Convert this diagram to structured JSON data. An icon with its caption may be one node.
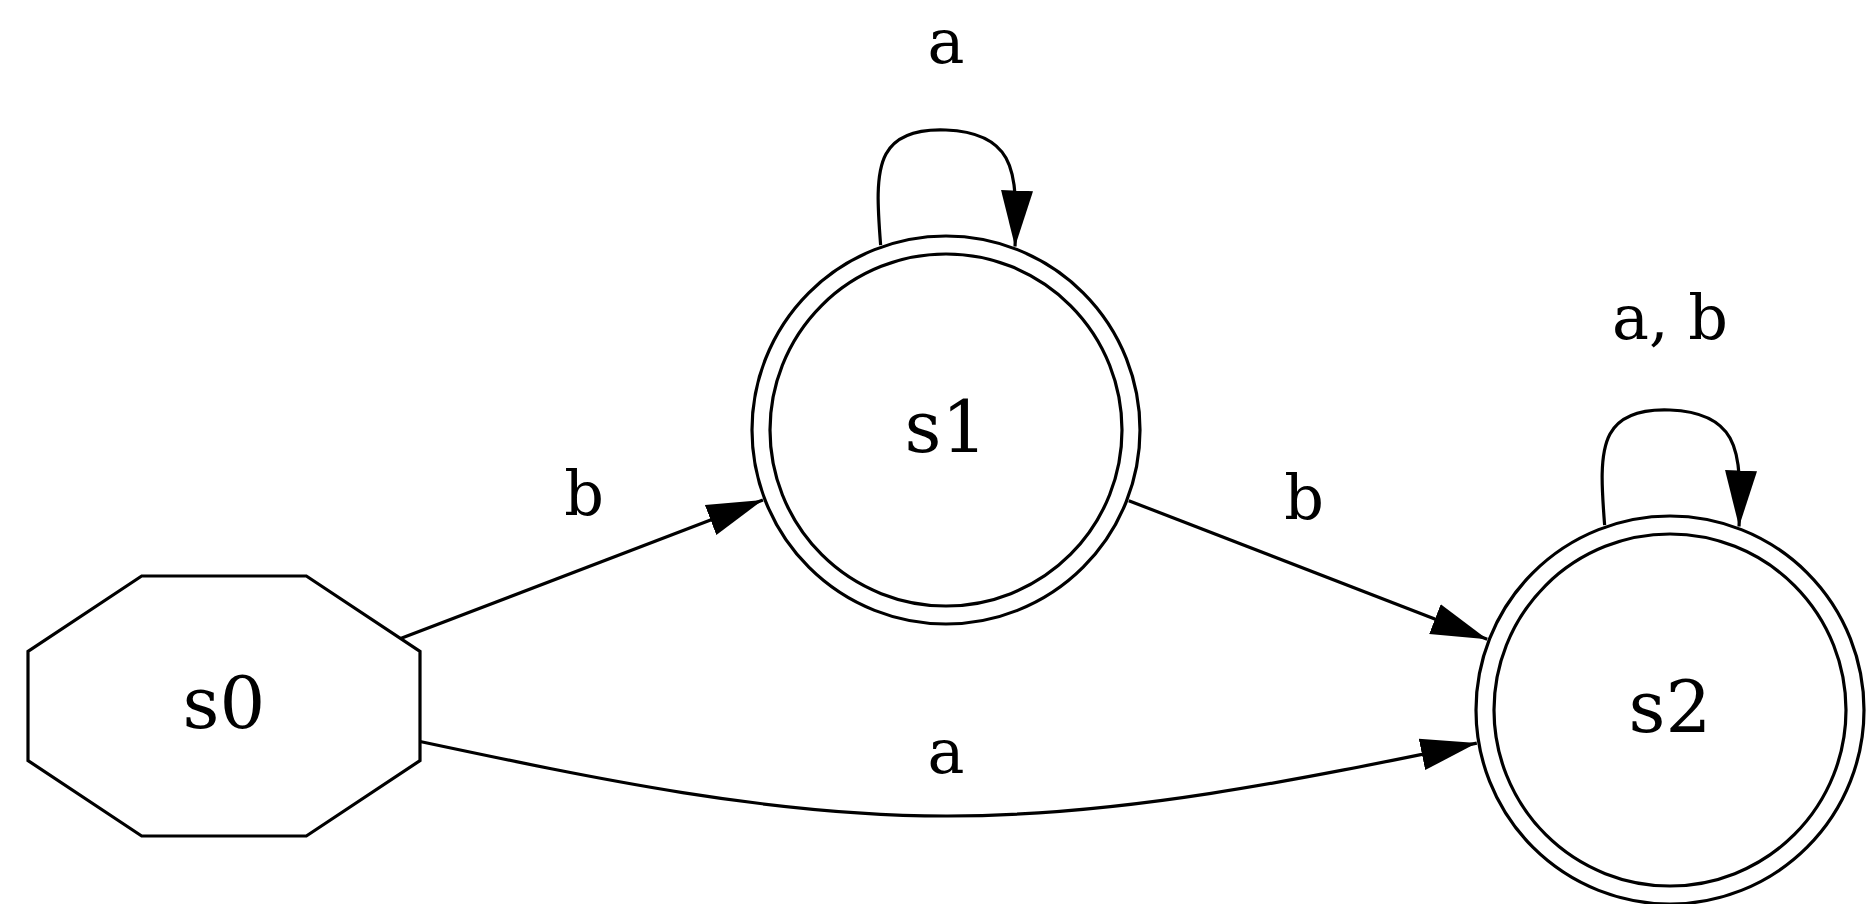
{
  "diagram": {
    "nodes": [
      {
        "text": [
          "s0"
        ]
      },
      {
        "text": [
          "s1"
        ]
      },
      {
        "text": [
          "s2"
        ]
      }
    ],
    "edges": [
      {
        "from": 0,
        "to": 1,
        "label": "b",
        "arrow": "to"
      },
      {
        "from": 1,
        "to": 1,
        "label": "a",
        "arrow": "to"
      },
      {
        "from": 1,
        "to": 2,
        "label": "b",
        "arrow": "to"
      },
      {
        "from": 0,
        "to": 2,
        "label": "a",
        "arrow": "to"
      },
      {
        "from": 2,
        "to": 2,
        "label": "a, b",
        "arrow": "to"
      }
    ]
  }
}
